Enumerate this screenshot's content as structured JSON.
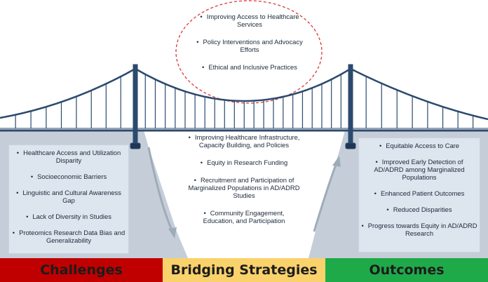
{
  "top_cloud": {
    "items": [
      "Improving Access to Healthcare Services",
      "Policy Interventions and Advocacy Efforts",
      "Ethical and Inclusive Practices"
    ]
  },
  "middle": {
    "items": [
      "Improving Healthcare Infrastructure, Capacity Building, and Policies",
      "Equity in Research Funding",
      "Recruitment and Participation of Marginalized Populations in AD/ADRD Studies",
      "Community Engagement, Education, and Participation"
    ]
  },
  "challenges_box": {
    "items": [
      "Healthcare Access and Utilization Disparity",
      "Socioeconomic Barriers",
      "Linguistic and Cultural Awareness Gap",
      "Lack of Diversity in Studies",
      "Proteomics Research Data Bias and Generalizability"
    ]
  },
  "outcomes_box": {
    "items": [
      "Equitable Access to Care",
      "Improved Early Detection of AD/ADRD among Marginalized Populations",
      "Enhanced Patient Outcomes",
      "Reduced Disparities",
      "Progress towards Equity in AD/ADRD Research"
    ]
  },
  "footer": {
    "challenges": "Challenges",
    "bridging": "Bridging Strategies",
    "outcomes": "Outcomes"
  },
  "bullet_char": "•",
  "colors": {
    "challenges": "#c00000",
    "bridging": "#fad26b",
    "outcomes": "#1faa4a",
    "bridge": "#2b4a6e",
    "cliff": "#c5ced8",
    "cloud_border": "#d83a3a"
  }
}
